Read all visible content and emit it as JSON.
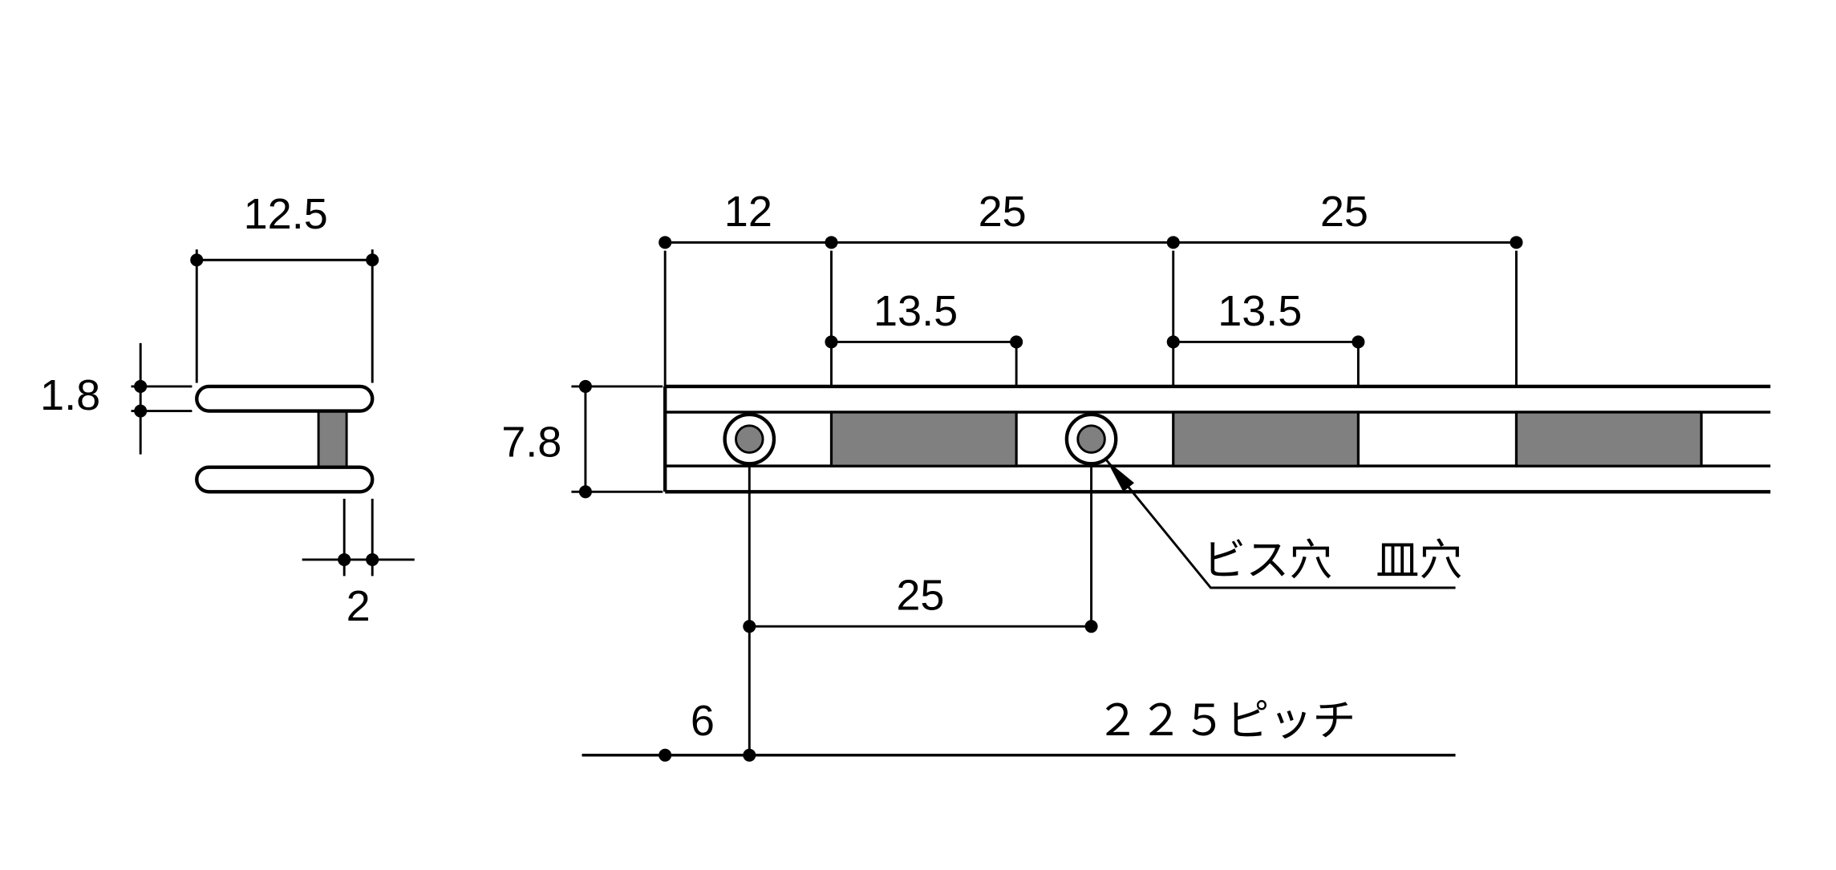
{
  "labels": {
    "cs_width": "12.5",
    "cs_thickness": "1.8",
    "cs_web": "2",
    "top_edge_offset": "12",
    "top_pitch_1": "25",
    "top_pitch_2": "25",
    "slot_length_1": "13.5",
    "slot_length_2": "13.5",
    "rail_height": "7.8",
    "hole_pitch": "25",
    "edge_to_hole": "6",
    "overall_pitch": "２２５ピッチ",
    "hole_note": "ビス穴　皿穴"
  },
  "colors": {
    "line": "#000000",
    "slot_fill": "#808080",
    "hole_inner_fill": "#808080",
    "background": "#ffffff"
  }
}
